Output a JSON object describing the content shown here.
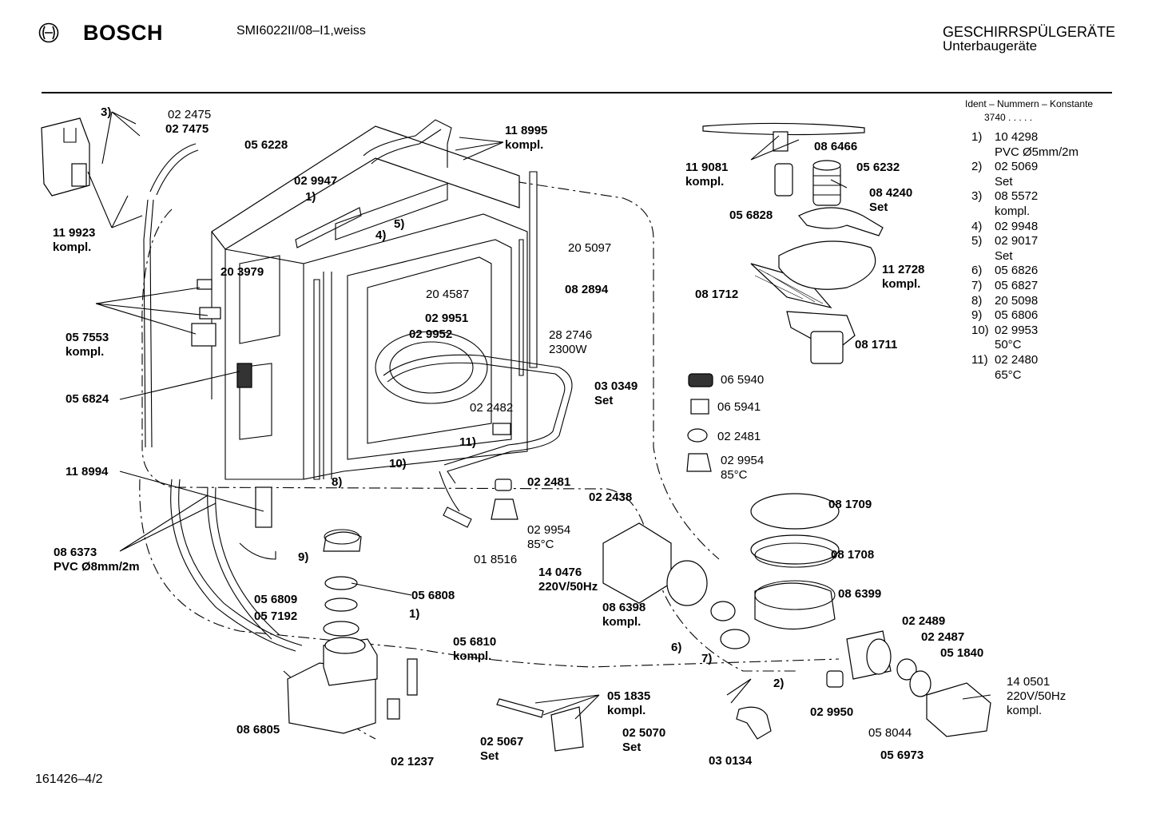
{
  "header": {
    "brand": "BOSCH",
    "model": "SMI6022II/08–I1,weiss",
    "category_title": "GESCHIRRSPÜLGERÄTE",
    "category_subtitle": "Unterbaugeräte"
  },
  "ident": {
    "heading": "Ident – Nummern – Konstante",
    "value": "3740  .  .  .  .  ."
  },
  "legend": [
    {
      "num": "1)",
      "lines": [
        "10 4298",
        "PVC Ø5mm/2m"
      ]
    },
    {
      "num": "2)",
      "lines": [
        "02 5069",
        "Set"
      ]
    },
    {
      "num": "3)",
      "lines": [
        "08 5572",
        "kompl."
      ]
    },
    {
      "num": "4)",
      "lines": [
        "02 9948"
      ]
    },
    {
      "num": "5)",
      "lines": [
        "02 9017",
        "Set"
      ]
    },
    {
      "num": "6)",
      "lines": [
        "05 6826"
      ]
    },
    {
      "num": "7)",
      "lines": [
        "05 6827"
      ]
    },
    {
      "num": "8)",
      "lines": [
        "20 5098"
      ]
    },
    {
      "num": "9)",
      "lines": [
        "05 6806"
      ]
    },
    {
      "num": "10)",
      "lines": [
        "02 9953",
        "50°C"
      ]
    },
    {
      "num": "11)",
      "lines": [
        "02 2480",
        "65°C"
      ]
    }
  ],
  "callouts": [
    {
      "id": "c1",
      "lines": [
        "3)"
      ],
      "bold": true
    },
    {
      "id": "c2",
      "lines": [
        "02 2475"
      ],
      "bold": false
    },
    {
      "id": "c3",
      "lines": [
        "02 7475"
      ],
      "bold": true
    },
    {
      "id": "c4",
      "lines": [
        "05 6228"
      ],
      "bold": true
    },
    {
      "id": "c5",
      "lines": [
        "11 8995",
        "kompl."
      ],
      "bold": true
    },
    {
      "id": "c6",
      "lines": [
        "02 9947"
      ],
      "bold": true
    },
    {
      "id": "c7",
      "lines": [
        "1)"
      ],
      "bold": true
    },
    {
      "id": "c8",
      "lines": [
        "11 9923",
        "kompl."
      ],
      "bold": true
    },
    {
      "id": "c9",
      "lines": [
        "5)"
      ],
      "bold": true
    },
    {
      "id": "c10",
      "lines": [
        "4)"
      ],
      "bold": true
    },
    {
      "id": "c11",
      "lines": [
        "20 3979"
      ],
      "bold": true
    },
    {
      "id": "c12",
      "lines": [
        "20 5097"
      ],
      "bold": false
    },
    {
      "id": "c13",
      "lines": [
        "20 4587"
      ],
      "bold": false
    },
    {
      "id": "c14",
      "lines": [
        "08 2894"
      ],
      "bold": true
    },
    {
      "id": "c15",
      "lines": [
        "02 9951"
      ],
      "bold": true
    },
    {
      "id": "c16",
      "lines": [
        "02 9952"
      ],
      "bold": true
    },
    {
      "id": "c17",
      "lines": [
        "05 7553",
        "kompl."
      ],
      "bold": true
    },
    {
      "id": "c18",
      "lines": [
        "28 2746",
        "2300W"
      ],
      "bold": false
    },
    {
      "id": "c19",
      "lines": [
        "05 6824"
      ],
      "bold": true
    },
    {
      "id": "c20",
      "lines": [
        "03 0349",
        "Set"
      ],
      "bold": true
    },
    {
      "id": "c21",
      "lines": [
        "02 2482"
      ],
      "bold": false
    },
    {
      "id": "c22",
      "lines": [
        "11)"
      ],
      "bold": true
    },
    {
      "id": "c23",
      "lines": [
        "10)"
      ],
      "bold": true
    },
    {
      "id": "c24",
      "lines": [
        "8)"
      ],
      "bold": true
    },
    {
      "id": "c25",
      "lines": [
        "11 8994"
      ],
      "bold": true
    },
    {
      "id": "c26",
      "lines": [
        "02 2481"
      ],
      "bold": true
    },
    {
      "id": "c27",
      "lines": [
        "02 2438"
      ],
      "bold": true
    },
    {
      "id": "c28",
      "lines": [
        "02 9954",
        "85°C"
      ],
      "bold": false
    },
    {
      "id": "c29",
      "lines": [
        "01 8516"
      ],
      "bold": false
    },
    {
      "id": "c30",
      "lines": [
        "08 6373",
        "PVC Ø8mm/2m"
      ],
      "bold": true
    },
    {
      "id": "c31",
      "lines": [
        "9)"
      ],
      "bold": true
    },
    {
      "id": "c32",
      "lines": [
        "05 6809"
      ],
      "bold": true
    },
    {
      "id": "c33",
      "lines": [
        "05 6808"
      ],
      "bold": true
    },
    {
      "id": "c34",
      "lines": [
        "05 7192"
      ],
      "bold": true
    },
    {
      "id": "c35",
      "lines": [
        "1)"
      ],
      "bold": true
    },
    {
      "id": "c36",
      "lines": [
        "14 0476",
        "220V/50Hz"
      ],
      "bold": true
    },
    {
      "id": "c37",
      "lines": [
        "05 6810",
        "kompl."
      ],
      "bold": true
    },
    {
      "id": "c38",
      "lines": [
        "08 6398",
        "kompl."
      ],
      "bold": true
    },
    {
      "id": "c39",
      "lines": [
        "6)"
      ],
      "bold": true
    },
    {
      "id": "c40",
      "lines": [
        "7)"
      ],
      "bold": true
    },
    {
      "id": "c41",
      "lines": [
        "08 6805"
      ],
      "bold": true
    },
    {
      "id": "c42",
      "lines": [
        "05 1835",
        "kompl."
      ],
      "bold": true
    },
    {
      "id": "c43",
      "lines": [
        "02 5067",
        "Set"
      ],
      "bold": true
    },
    {
      "id": "c44",
      "lines": [
        "02 5070",
        "Set"
      ],
      "bold": true
    },
    {
      "id": "c45",
      "lines": [
        "02 1237"
      ],
      "bold": true
    },
    {
      "id": "c46",
      "lines": [
        "08 6466"
      ],
      "bold": true
    },
    {
      "id": "c47",
      "lines": [
        "11 9081",
        "kompl."
      ],
      "bold": true
    },
    {
      "id": "c48",
      "lines": [
        "05 6232"
      ],
      "bold": true
    },
    {
      "id": "c49",
      "lines": [
        "08 4240",
        "Set"
      ],
      "bold": true
    },
    {
      "id": "c50",
      "lines": [
        "05 6828"
      ],
      "bold": true
    },
    {
      "id": "c51",
      "lines": [
        "11 2728",
        "kompl."
      ],
      "bold": true
    },
    {
      "id": "c52",
      "lines": [
        "08 1712"
      ],
      "bold": true
    },
    {
      "id": "c53",
      "lines": [
        "08 1711"
      ],
      "bold": true
    },
    {
      "id": "c54",
      "lines": [
        "06 5940"
      ],
      "bold": false
    },
    {
      "id": "c55",
      "lines": [
        "06 5941"
      ],
      "bold": false
    },
    {
      "id": "c56",
      "lines": [
        "02 2481"
      ],
      "bold": false
    },
    {
      "id": "c57",
      "lines": [
        "02 9954",
        "85°C"
      ],
      "bold": false
    },
    {
      "id": "c58",
      "lines": [
        "08 1709"
      ],
      "bold": true
    },
    {
      "id": "c59",
      "lines": [
        "08 1708"
      ],
      "bold": true
    },
    {
      "id": "c60",
      "lines": [
        "08 6399"
      ],
      "bold": true
    },
    {
      "id": "c61",
      "lines": [
        "02 2489"
      ],
      "bold": true
    },
    {
      "id": "c62",
      "lines": [
        "02 2487"
      ],
      "bold": true
    },
    {
      "id": "c63",
      "lines": [
        "05 1840"
      ],
      "bold": true
    },
    {
      "id": "c64",
      "lines": [
        "2)"
      ],
      "bold": true
    },
    {
      "id": "c65",
      "lines": [
        "14 0501",
        "220V/50Hz",
        "kompl."
      ],
      "bold": false
    },
    {
      "id": "c66",
      "lines": [
        "02 9950"
      ],
      "bold": true
    },
    {
      "id": "c67",
      "lines": [
        "05 8044"
      ],
      "bold": false
    },
    {
      "id": "c68",
      "lines": [
        "05 6973"
      ],
      "bold": true
    },
    {
      "id": "c69",
      "lines": [
        "03 0134"
      ],
      "bold": true
    }
  ],
  "footer": {
    "drawing_number": "161426–4/2"
  }
}
